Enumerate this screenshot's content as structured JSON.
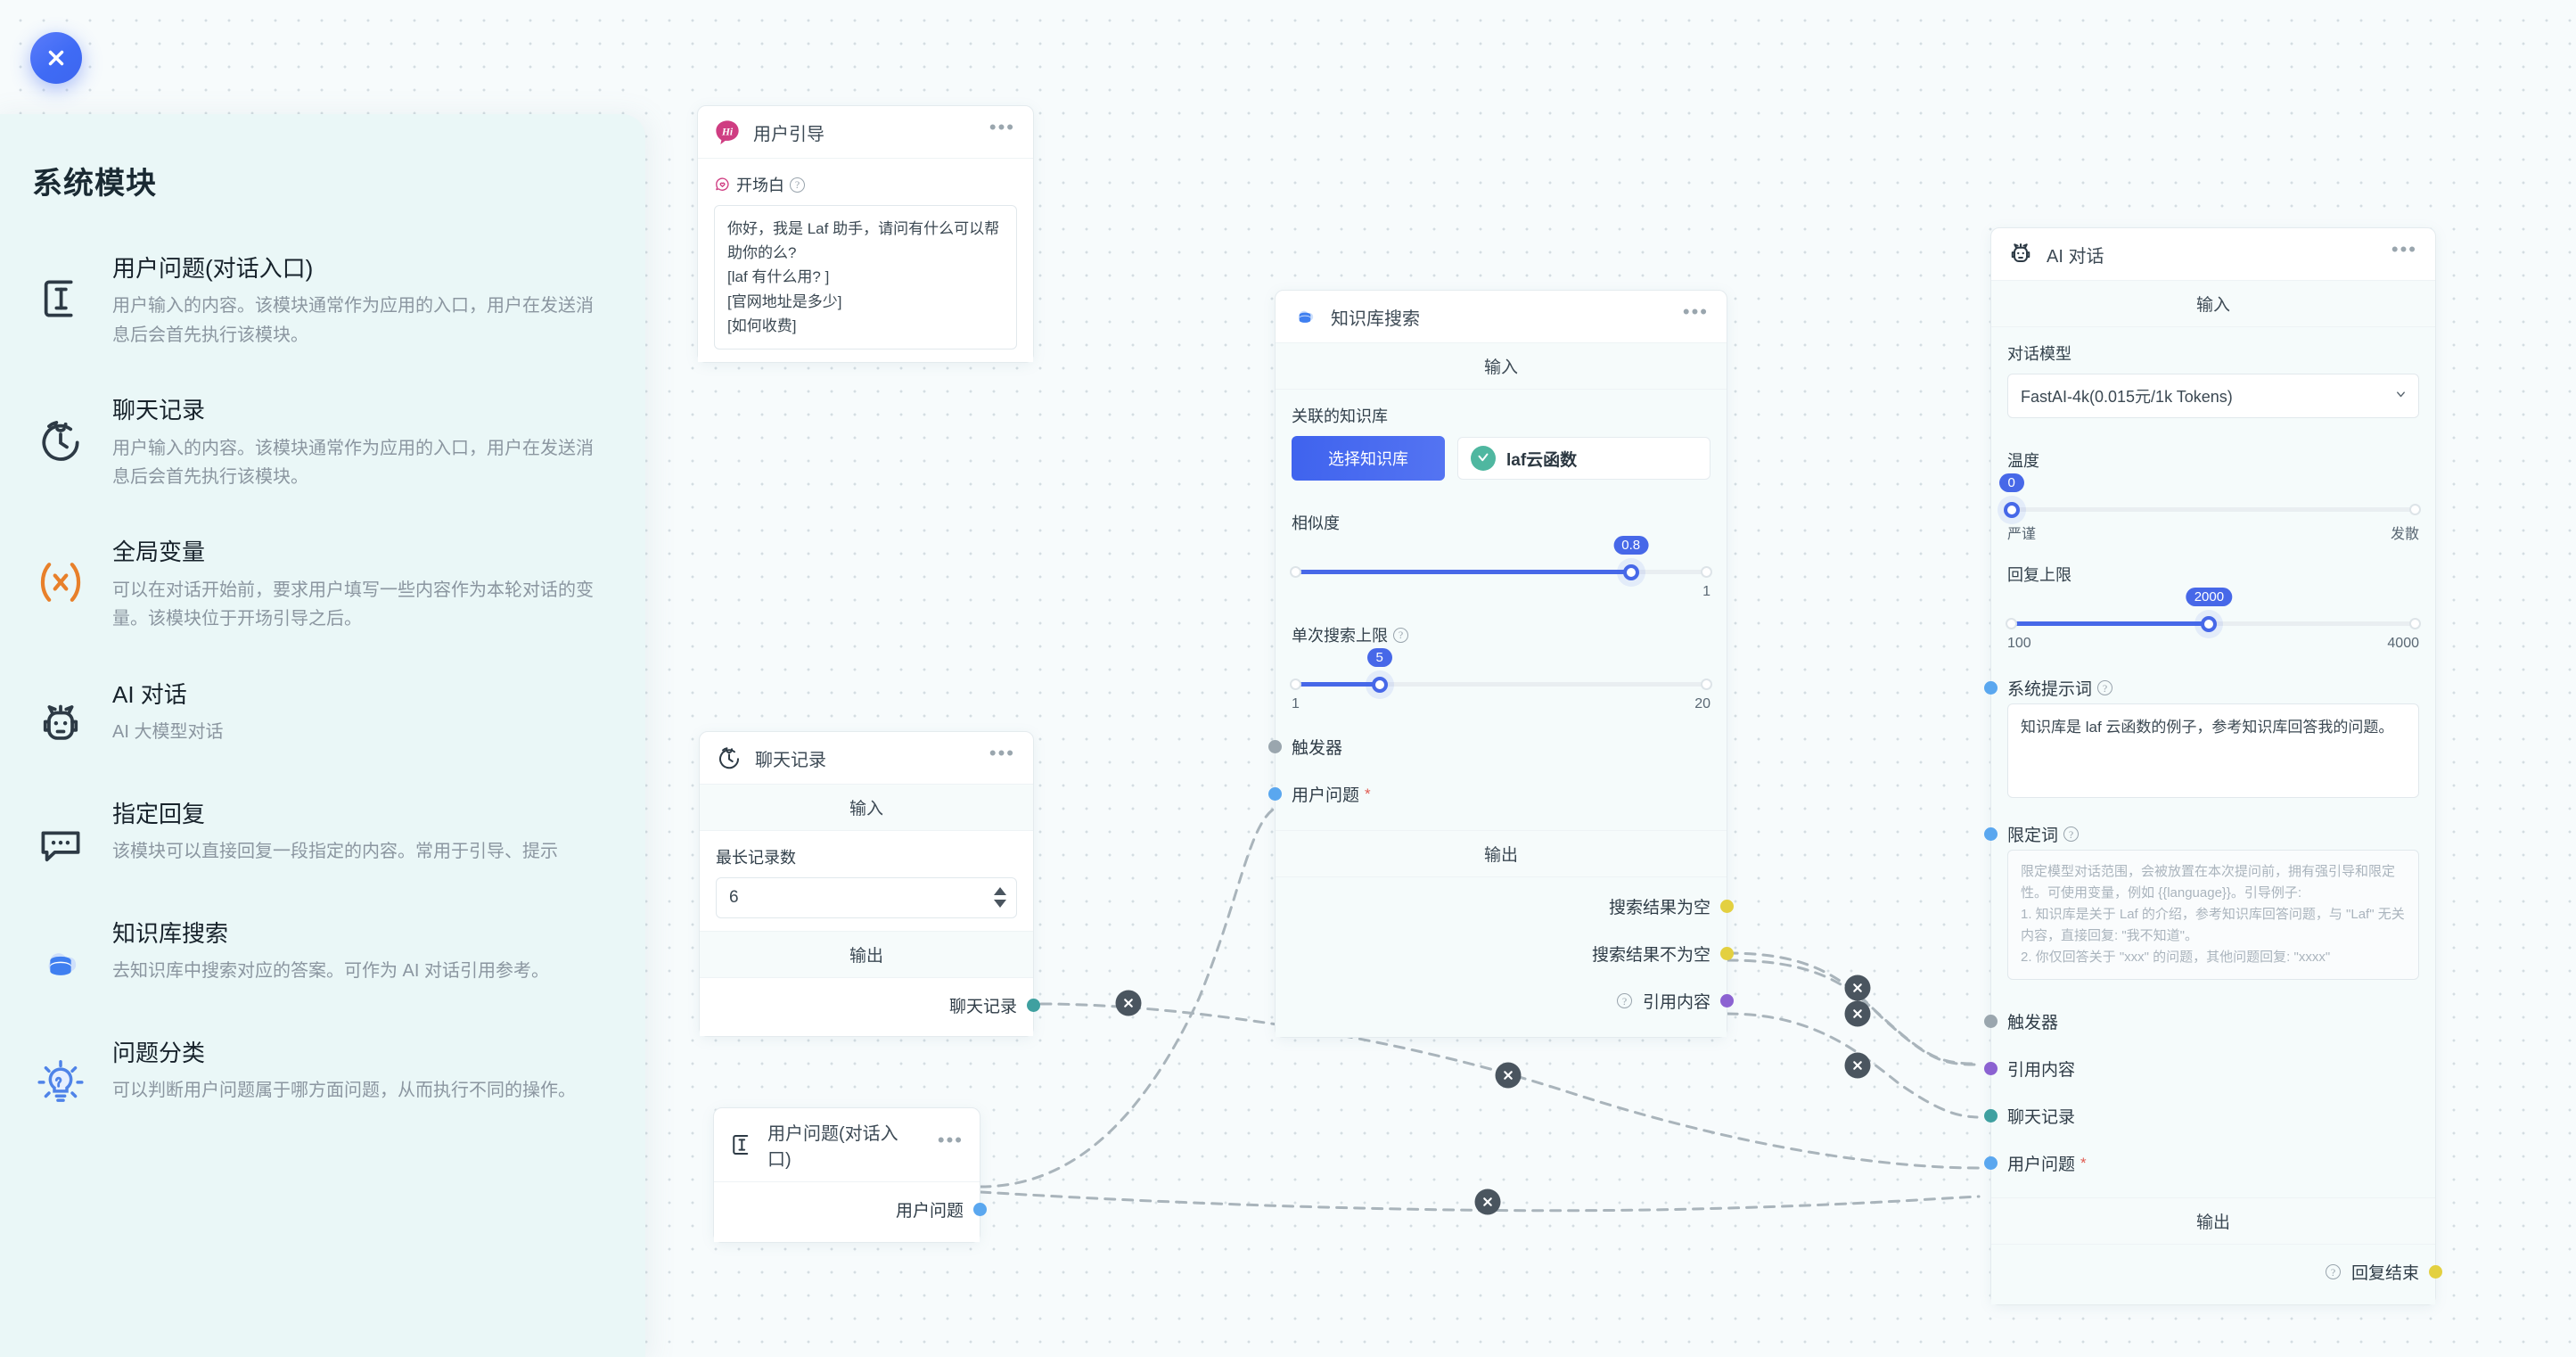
{
  "close_button": {
    "icon": "close-icon"
  },
  "sidebar": {
    "title": "系统模块",
    "items": [
      {
        "icon": "text-input-icon",
        "name": "用户问题(对话入口)",
        "desc": "用户输入的内容。该模块通常作为应用的入口，用户在发送消息后会首先执行该模块。"
      },
      {
        "icon": "clock-history-icon",
        "name": "聊天记录",
        "desc": "用户输入的内容。该模块通常作为应用的入口，用户在发送消息后会首先执行该模块。"
      },
      {
        "icon": "variable-x-icon",
        "name": "全局变量",
        "desc": "可以在对话开始前，要求用户填写一些内容作为本轮对话的变量。该模块位于开场引导之后。"
      },
      {
        "icon": "robot-icon",
        "name": "AI 对话",
        "desc": "AI 大模型对话"
      },
      {
        "icon": "chat-bubble-icon",
        "name": "指定回复",
        "desc": "该模块可以直接回复一段指定的内容。常用于引导、提示"
      },
      {
        "icon": "database-cloud-icon",
        "name": "知识库搜索",
        "desc": "去知识库中搜索对应的答案。可作为 AI 对话引用参考。"
      },
      {
        "icon": "lightbulb-icon",
        "name": "问题分类",
        "desc": "可以判断用户问题属于哪方面问题，从而执行不同的操作。"
      }
    ]
  },
  "nodes": {
    "user_guide": {
      "title": "用户引导",
      "icon": "hi-badge-icon",
      "menu": "•••",
      "field_label": "开场白",
      "field_help": "?",
      "value": "你好，我是 Laf 助手，请问有什么可以帮助你的么?\n[laf 有什么用? ]\n[官网地址是多少]\n[如何收费]"
    },
    "chat_history": {
      "title": "聊天记录",
      "icon": "clock-history-icon",
      "menu": "•••",
      "input_section": "输入",
      "output_section": "输出",
      "field_label": "最长记录数",
      "value": "6",
      "outputs": [
        {
          "label": "聊天记录",
          "color": "teal"
        }
      ]
    },
    "user_question": {
      "title": "用户问题(对话入口)",
      "icon": "text-input-icon",
      "menu": "•••",
      "outputs": [
        {
          "label": "用户问题",
          "color": "blue"
        }
      ]
    },
    "kb_search": {
      "title": "知识库搜索",
      "icon": "database-cloud-icon",
      "menu": "•••",
      "input_section": "输入",
      "output_section": "输出",
      "kb_label": "关联的知识库",
      "kb_button": "选择知识库",
      "kb_tag": "laf云函数",
      "similarity_label": "相似度",
      "similarity_value": "0.8",
      "similarity_min": "",
      "similarity_max": "1",
      "limit_label": "单次搜索上限",
      "limit_help": "?",
      "limit_value": "5",
      "limit_min": "1",
      "limit_max": "20",
      "inputs": [
        {
          "label": "触发器",
          "color": "gray",
          "required": false
        },
        {
          "label": "用户问题",
          "color": "blue",
          "required": true
        }
      ],
      "outputs": [
        {
          "label": "搜索结果为空",
          "color": "yellow",
          "help": false
        },
        {
          "label": "搜索结果不为空",
          "color": "yellow",
          "help": false
        },
        {
          "label": "引用内容",
          "color": "purple",
          "help": true
        }
      ]
    },
    "ai_chat": {
      "title": "AI 对话",
      "icon": "robot-icon",
      "menu": "•••",
      "input_section": "输入",
      "output_section": "输出",
      "model_label": "对话模型",
      "model_value": "FastAI-4k(0.015元/1k Tokens)",
      "temp_label": "温度",
      "temp_value": "0",
      "temp_min_label": "严谨",
      "temp_max_label": "发散",
      "maxtoken_label": "回复上限",
      "maxtoken_value": "2000",
      "maxtoken_min": "100",
      "maxtoken_max": "4000",
      "sysprompt_label": "系统提示词",
      "sysprompt_help": "?",
      "sysprompt_value": "知识库是 laf 云函数的例子，参考知识库回答我的问题。",
      "qualifier_label": "限定词",
      "qualifier_help": "?",
      "qualifier_placeholder": "限定模型对话范围，会被放置在本次提问前，拥有强引导和限定性。可使用变量，例如 {{language}}。引导例子:\n1. 知识库是关于 Laf 的介绍，参考知识库回答问题，与 \"Laf\" 无关内容，直接回复: \"我不知道\"。\n2. 你仅回答关于 \"xxx\" 的问题，其他问题回复: \"xxxx\"",
      "inputs": [
        {
          "label": "触发器",
          "color": "gray",
          "required": false
        },
        {
          "label": "引用内容",
          "color": "purple",
          "required": false
        },
        {
          "label": "聊天记录",
          "color": "teal",
          "required": false
        },
        {
          "label": "用户问题",
          "color": "blue",
          "required": true
        }
      ],
      "outputs": [
        {
          "label": "回复结束",
          "color": "yellow",
          "help": true
        }
      ]
    }
  },
  "colors": {
    "accent": "#4768e8",
    "canvas_bg": "#f7fbfc",
    "sidebar_bg": "#eaf7f7",
    "node_body_bg": "#f5fbfb",
    "dot_gray": "#9aa6ae",
    "dot_blue": "#5aa7ef",
    "dot_yellow": "#e3d040",
    "dot_purple": "#8b62d1",
    "dot_teal": "#3fa0a0",
    "edge": "#a9b4bb"
  }
}
